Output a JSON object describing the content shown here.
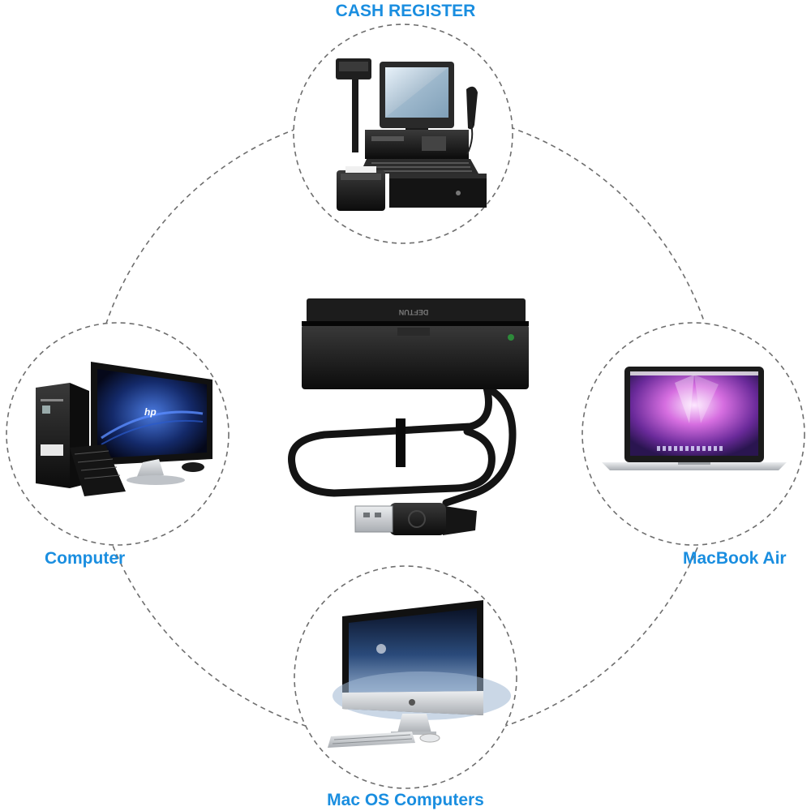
{
  "colors": {
    "label": "#1a8ee0",
    "dash": "#6e6e6e",
    "device_dark": "#161616",
    "screen_purple": "#b04ac8",
    "screen_blue": "#1b3d8a",
    "metal": "#cfd2d6"
  },
  "labels": {
    "top": "CASH REGISTER",
    "left": "Computer",
    "right": "MacBook Air",
    "bottom": "Mac OS Computers"
  },
  "devices": {
    "center": {
      "brand": "DEFTUN",
      "icon": "card-reader-with-usb-cable"
    },
    "top": {
      "icon": "pos-cash-register-icon"
    },
    "left": {
      "icon": "desktop-pc-icon",
      "monitor_logo": "hp"
    },
    "right": {
      "icon": "laptop-icon"
    },
    "bottom": {
      "icon": "imac-icon"
    }
  }
}
